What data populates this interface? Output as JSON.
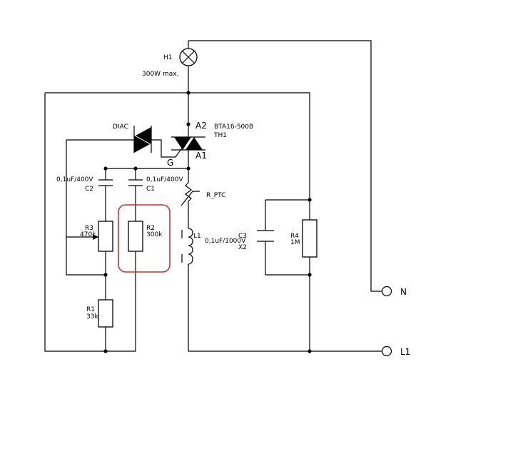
{
  "lamp": {
    "ref": "H1",
    "rating": "300W max."
  },
  "triac": {
    "a2": "A2",
    "a1": "A1",
    "gate": "G",
    "part": "BTA16-500B",
    "ref": "TH1"
  },
  "diac": {
    "label": "DIAC"
  },
  "c2": {
    "value": "0,1uF/400V",
    "ref": "C2"
  },
  "c1": {
    "value": "0,1uF/400V",
    "ref": "C1"
  },
  "ptc": {
    "ref": "R_PTC"
  },
  "r3": {
    "ref": "R3",
    "value": "470k"
  },
  "r2": {
    "ref": "R2",
    "value": "300k"
  },
  "r1": {
    "ref": "R1",
    "value": "33k"
  },
  "l1": {
    "ref": "L1"
  },
  "c3": {
    "ref": "C3",
    "value": "0,1uF/1000V",
    "class": "X2"
  },
  "r4": {
    "ref": "R4",
    "value": "1M"
  },
  "terminals": {
    "n": "N",
    "l1": "L1"
  },
  "colors": {
    "wire": "#000000",
    "highlight": "#d32f2f",
    "background": "#ffffff"
  }
}
